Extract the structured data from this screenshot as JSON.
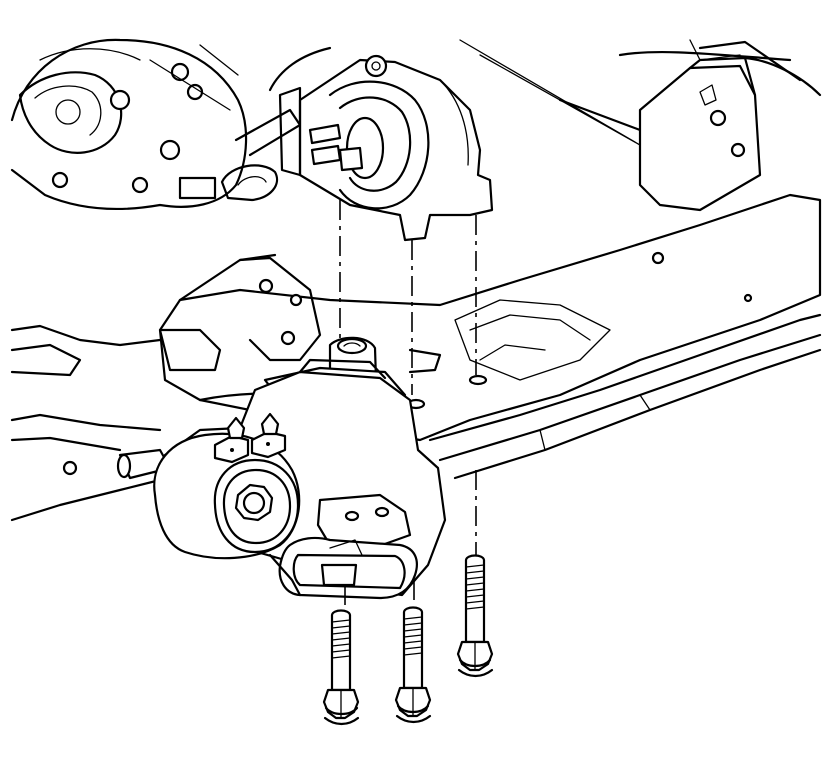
{
  "diagram": {
    "background": "#ffffff",
    "line_color": "#000000",
    "components": [
      {
        "id": "transaxle",
        "icon": "transaxle-case"
      },
      {
        "id": "upper-mount",
        "icon": "transmission-mount-upper"
      },
      {
        "id": "frame",
        "icon": "engine-cradle-frame"
      },
      {
        "id": "lower-mount",
        "icon": "transmission-mount-lower"
      },
      {
        "id": "bolts",
        "icon": "mount-bolt",
        "count": 3
      }
    ]
  }
}
